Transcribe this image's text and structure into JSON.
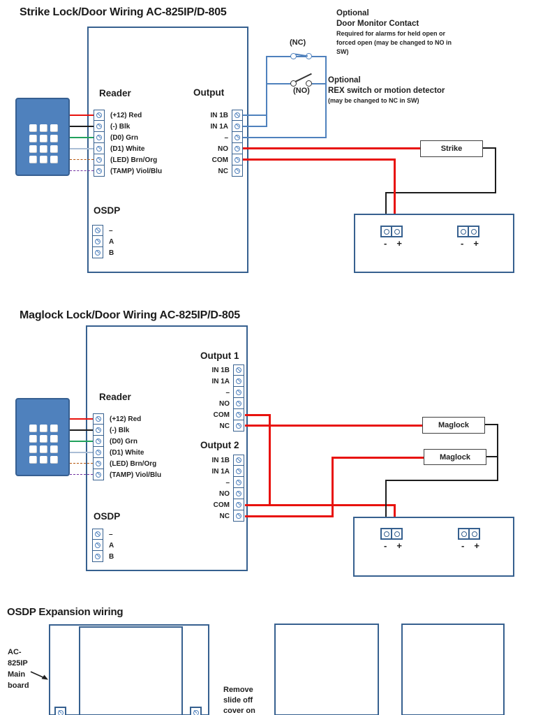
{
  "colors": {
    "box_border_blue": "#36608f",
    "wire_blue": "#4f81bd",
    "keypad_blue": "#4f81bd",
    "wire_red": "#e8120d",
    "wire_black": "#1c1c1c",
    "wire_green": "#21a15c",
    "wire_white": "#a9bdd6",
    "wire_led_dashed": "#b4530a",
    "wire_tamper_dashed": "#7030a0",
    "text": "#1f1f1f"
  },
  "diagram1": {
    "title": "Strike Lock/Door Wiring AC-825IP/D-805",
    "reader_label": "Reader",
    "output_label": "Output",
    "osdp_label": "OSDP",
    "reader_pins": [
      "(+12) Red",
      "(-) Blk",
      "(D0) Grn",
      "(D1) White",
      "(LED) Brn/Org",
      "(TAMP) Viol/Blu"
    ],
    "output_pins": [
      "IN 1B",
      "IN 1A",
      "–",
      "NO",
      "COM",
      "NC"
    ],
    "osdp_pins": [
      "–",
      "A",
      "B"
    ],
    "nc_switch_label": "(NC)",
    "no_switch_label": "(NO)",
    "door_monitor_note": [
      "Optional",
      "Door Monitor Contact",
      "Required for alarms for held open or",
      "forced open (may be changed to NO in",
      "SW)"
    ],
    "rex_note": [
      "Optional",
      "REX switch or motion detector",
      "(may be changed to NC in SW)"
    ],
    "strike_label": "Strike",
    "psu": {
      "pair1": {
        "minus": "-",
        "plus": "+"
      },
      "pair2": {
        "minus": "-",
        "plus": "+"
      }
    }
  },
  "diagram2": {
    "title": "Maglock Lock/Door Wiring AC-825IP/D-805",
    "reader_label": "Reader",
    "output1_label": "Output 1",
    "output2_label": "Output 2",
    "osdp_label": "OSDP",
    "reader_pins": [
      "(+12) Red",
      "(-) Blk",
      "(D0) Grn",
      "(D1) White",
      "(LED) Brn/Org",
      "(TAMP) Viol/Blu"
    ],
    "output1_pins": [
      "IN 1B",
      "IN 1A",
      "–",
      "NO",
      "COM",
      "NC"
    ],
    "output2_pins": [
      "IN 1B",
      "IN 1A",
      "–",
      "NO",
      "COM",
      "NC"
    ],
    "osdp_pins": [
      "–",
      "A",
      "B"
    ],
    "maglock1_label": "Maglock",
    "maglock2_label": "Maglock",
    "psu": {
      "pair1": {
        "minus": "-",
        "plus": "+"
      },
      "pair2": {
        "minus": "-",
        "plus": "+"
      }
    }
  },
  "diagram3": {
    "title": "OSDP Expansion wiring",
    "main_board_label": [
      "AC-",
      "825IP",
      "Main",
      "board"
    ],
    "note": [
      "Remove",
      "slide off",
      "cover on"
    ]
  }
}
